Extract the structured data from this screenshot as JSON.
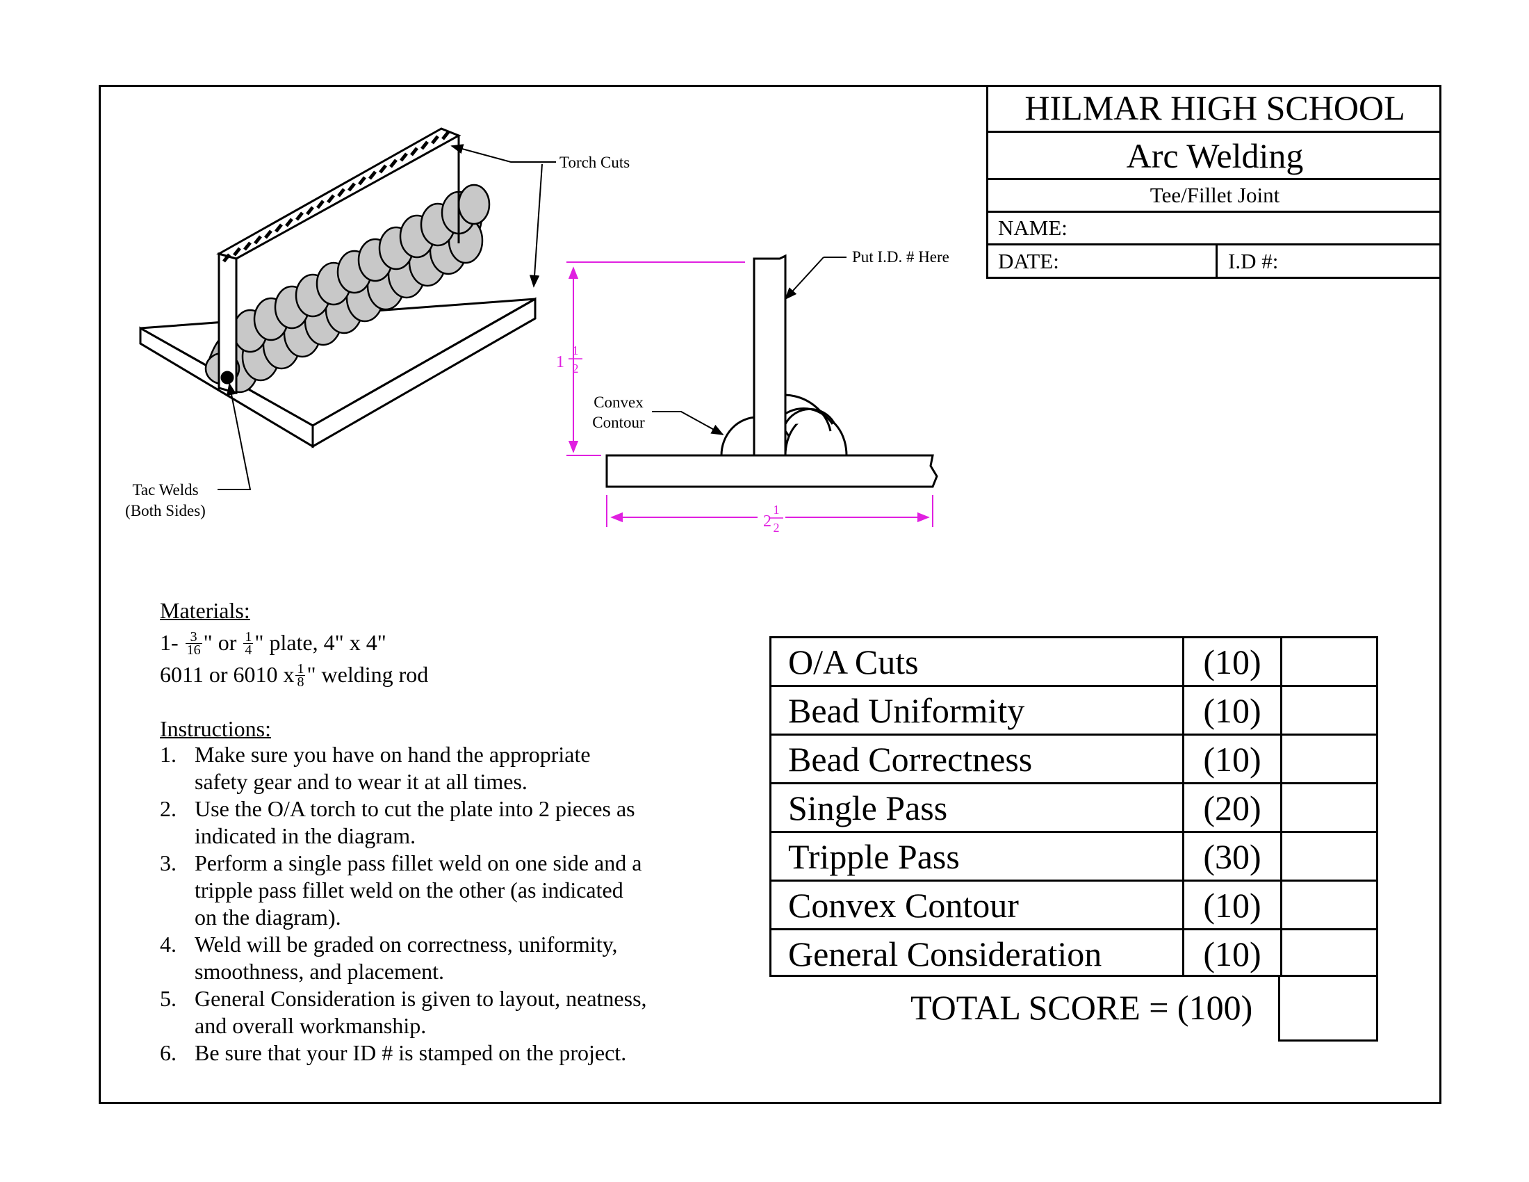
{
  "title_block": {
    "school": "HILMAR HIGH SCHOOL",
    "course": "Arc Welding",
    "joint": "Tee/Fillet Joint",
    "name_label": "NAME:",
    "date_label": "DATE:",
    "id_label": "I.D #:"
  },
  "diagram": {
    "label_torch_cuts": "Torch Cuts",
    "label_tac_welds_1": "Tac Welds",
    "label_tac_welds_2": "(Both Sides)",
    "label_put_id": "Put I.D. # Here",
    "label_convex_1": "Convex",
    "label_convex_2": "Contour",
    "dim_height_whole": "1",
    "dim_height_num": "1",
    "dim_height_den": "2",
    "dim_width_whole": "2",
    "dim_width_num": "1",
    "dim_width_den": "2",
    "dim_color": "#e020e0"
  },
  "materials": {
    "heading": "Materials:",
    "line1_prefix": "1-",
    "line1_f1_num": "3",
    "line1_f1_den": "16",
    "line1_mid": "\" or",
    "line1_f2_num": "1",
    "line1_f2_den": "4",
    "line1_suffix": "\" plate, 4\" x 4\"",
    "line2_prefix": "6011 or 6010 x",
    "line2_f_num": "1",
    "line2_f_den": "8",
    "line2_suffix": "\" welding rod"
  },
  "instructions": {
    "heading": "Instructions:",
    "items": [
      {
        "num": "1.",
        "lines": [
          "Make sure you have on hand the appropriate",
          "safety gear and to wear it at all times."
        ]
      },
      {
        "num": "2.",
        "lines": [
          "Use the O/A torch to cut the plate into 2 pieces as",
          "indicated in the diagram."
        ]
      },
      {
        "num": "3.",
        "lines": [
          "Perform a single pass fillet weld on one side and a",
          "tripple pass fillet weld on the other (as indicated",
          "on the diagram)."
        ]
      },
      {
        "num": "4.",
        "lines": [
          "Weld will be graded on correctness, uniformity,",
          "smoothness, and placement."
        ]
      },
      {
        "num": "5.",
        "lines": [
          "General Consideration is given to layout, neatness,",
          "and overall workmanship."
        ]
      },
      {
        "num": "6.",
        "lines": [
          "Be sure that your ID # is stamped on the project."
        ]
      }
    ]
  },
  "score": {
    "rows": [
      {
        "criterion": "O/A Cuts",
        "points": "(10)"
      },
      {
        "criterion": "Bead Uniformity",
        "points": "(10)"
      },
      {
        "criterion": "Bead Correctness",
        "points": "(10)"
      },
      {
        "criterion": "Single Pass",
        "points": "(20)"
      },
      {
        "criterion": "Tripple Pass",
        "points": "(30)"
      },
      {
        "criterion": "Convex Contour",
        "points": "(10)"
      },
      {
        "criterion": "General Consideration",
        "points": "(10)"
      }
    ],
    "total_label": "TOTAL SCORE = (100)"
  }
}
